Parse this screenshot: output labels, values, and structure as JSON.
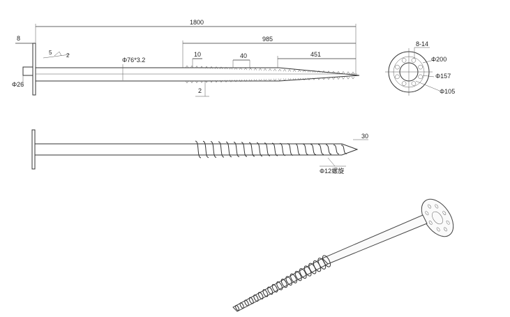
{
  "side_view": {
    "overall_length": "1800",
    "threaded_length": "985",
    "tip_length": "451",
    "flange_thickness": "8",
    "flange_offset": "5",
    "offset_b": "2",
    "wall_diameter_label": "Φ76*3.2",
    "shaft_label": "Φ26",
    "pitch_a": "10",
    "pitch_b": "40",
    "bottom_note": "2"
  },
  "flange_view": {
    "holes": "8-14",
    "outer_diameter": "Φ200",
    "bolt_circle": "Φ157",
    "inner_diameter": "Φ105"
  },
  "screw_view": {
    "tip_dim": "30",
    "thread_label": "Φ12螺旋"
  }
}
